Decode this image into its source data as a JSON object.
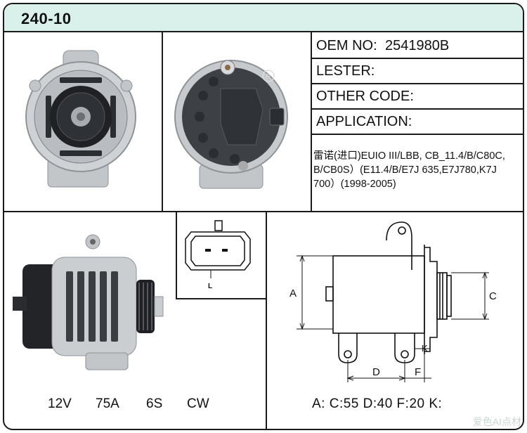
{
  "header": {
    "model": "240-10"
  },
  "specs": {
    "oem_label": "OEM NO:",
    "oem_value": "2541980B",
    "lester_label": "LESTER:",
    "other_code_label": "OTHER CODE:",
    "application_label": "APPLICATION:",
    "application_text": "雷诺(进口)EUIO III/LBB, CB_11.4/B/C80C, B/CB0S）(E11.4/B/E7J 635,E7J780,K7J 700）(1998-2005)"
  },
  "connector": {
    "label": "L"
  },
  "electrical": {
    "voltage": "12V",
    "amperage": "75A",
    "pulley": "6S",
    "rotation": "CW"
  },
  "dimension_letters": {
    "a": "A",
    "c": "C",
    "d": "D",
    "f": "F",
    "k": "K"
  },
  "dimensions": {
    "line": "A:  C:55  D:40  F:20  K:"
  },
  "watermark": "爱色AI点材",
  "colors": {
    "header_bg": "#d9f1ea",
    "border": "#1a1a1a",
    "housing": "#c9ccce",
    "rear_cover": "#3d4146"
  }
}
